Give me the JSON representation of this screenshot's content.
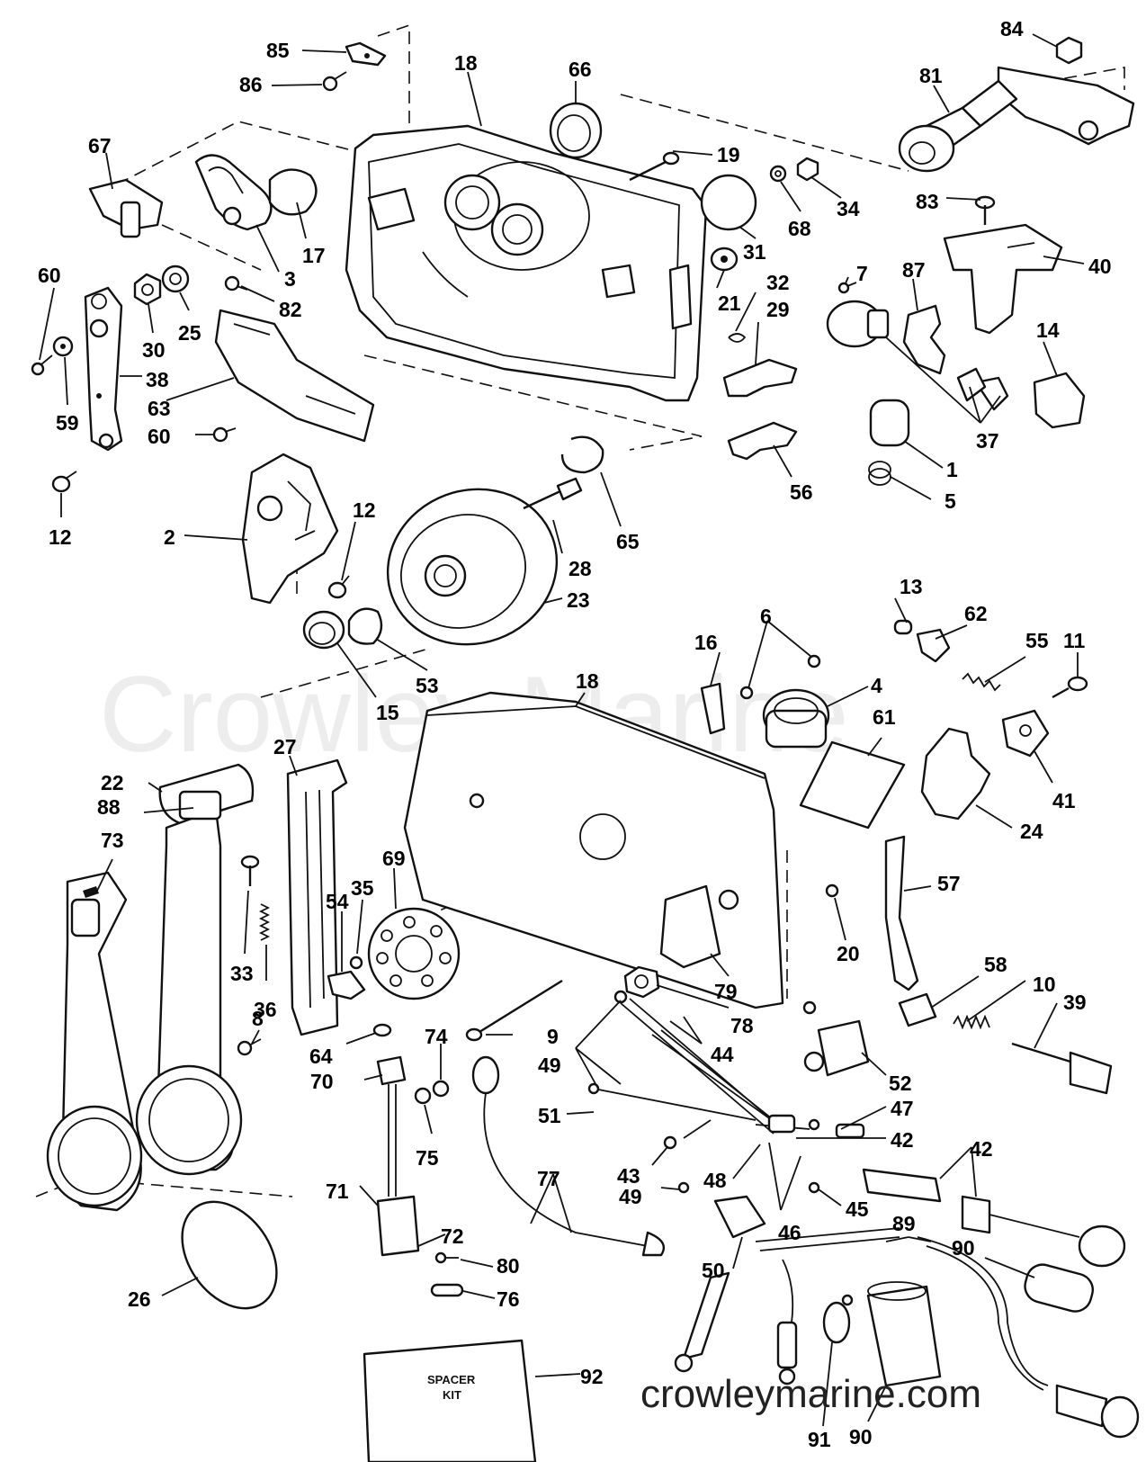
{
  "watermark": "Crowley Marine",
  "site_footer": "crowleymarine.com",
  "spacer_kit": {
    "line1": "SPACER",
    "line2": "KIT"
  },
  "callouts": {
    "c85": "85",
    "c86": "86",
    "c18a": "18",
    "c66": "66",
    "c84": "84",
    "c81": "81",
    "c67": "67",
    "c19": "19",
    "c31": "31",
    "c68": "68",
    "c34": "34",
    "c83": "83",
    "c40": "40",
    "c17": "17",
    "c3": "3",
    "c60a": "60",
    "c30": "30",
    "c25": "25",
    "c82": "82",
    "c21": "21",
    "c32": "32",
    "c29": "29",
    "c7": "7",
    "c87": "87",
    "c14": "14",
    "c38": "38",
    "c59": "59",
    "c63": "63",
    "c60b": "60",
    "c37": "37",
    "c1": "1",
    "c56": "56",
    "c5": "5",
    "c12a": "12",
    "c2": "2",
    "c12b": "12",
    "c28": "28",
    "c65": "65",
    "c23": "23",
    "c13": "13",
    "c62": "62",
    "c55": "55",
    "c11": "11",
    "c16": "16",
    "c6": "6",
    "c4": "4",
    "c53": "53",
    "c15": "15",
    "c18b": "18",
    "c61": "61",
    "c41": "41",
    "c24": "24",
    "c27": "27",
    "c22": "22",
    "c88": "88",
    "c73": "73",
    "c69": "69",
    "c35": "35",
    "c54": "54",
    "c57": "57",
    "c20": "20",
    "c33": "33",
    "c36": "36",
    "c79": "79",
    "c58": "58",
    "c10": "10",
    "c39": "39",
    "c78": "78",
    "c8": "8",
    "c64": "64",
    "c74": "74",
    "c9": "9",
    "c49a": "49",
    "c44": "44",
    "c70": "70",
    "c75": "75",
    "c52": "52",
    "c51": "51",
    "c47": "47",
    "c42a": "42",
    "c42b": "42",
    "c43": "43",
    "c49b": "49",
    "c48": "48",
    "c46": "46",
    "c45": "45",
    "c71": "71",
    "c77": "77",
    "c89": "89",
    "c90a": "90",
    "c72": "72",
    "c50": "50",
    "c80": "80",
    "c76": "76",
    "c26": "26",
    "c92": "92",
    "c91": "91",
    "c90b": "90"
  }
}
